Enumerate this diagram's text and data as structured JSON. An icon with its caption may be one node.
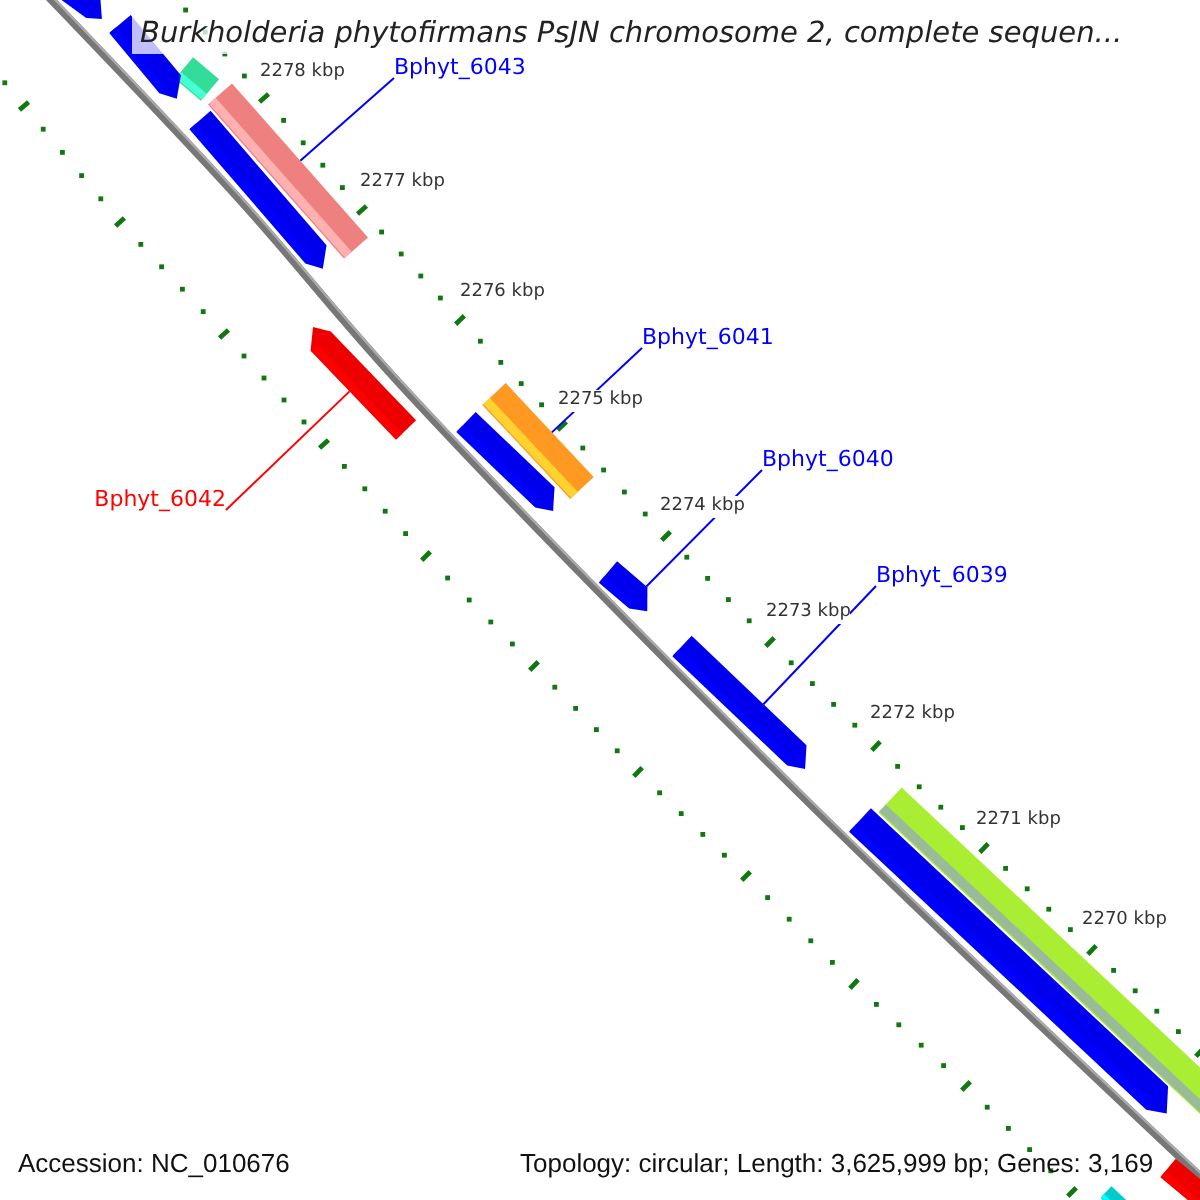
{
  "diagram": {
    "title": "Burkholderia phytofirmans PsJN chromosome 2, complete sequen...",
    "nodes": [
      {
        "text": [
          "Bphyt_6043"
        ]
      },
      {
        "text": [
          "Bphyt_6041"
        ]
      },
      {
        "text": [
          "Bphyt_6040"
        ]
      },
      {
        "text": [
          "Bphyt_6042"
        ]
      },
      {
        "text": [
          "Bphyt_6039"
        ]
      },
      {
        "text": [],
        "shape": "bar"
      },
      {
        "text": [],
        "shape": "bar"
      },
      {
        "text": [],
        "shape": "bar"
      },
      {
        "text": [],
        "shape": "bar"
      },
      {
        "text": [],
        "shape": "bar"
      },
      {
        "text": [],
        "shape": "bar"
      },
      {
        "text": [],
        "shape": "bar"
      },
      {
        "text": [],
        "shape": "bar"
      },
      {
        "text": [],
        "shape": "bar"
      },
      {
        "text": [],
        "shape": "bar"
      },
      {
        "text": [],
        "shape": "bar"
      },
      {
        "text": [],
        "shape": "bar"
      },
      {
        "text": [],
        "shape": "bar"
      },
      {
        "text": [],
        "shape": "bar"
      }
    ],
    "edges": [
      {
        "from": 0,
        "to": 8,
        "arrow": "none"
      },
      {
        "from": 1,
        "to": 11,
        "arrow": "none"
      },
      {
        "from": 2,
        "to": 13,
        "arrow": "none"
      },
      {
        "from": 3,
        "to": 10,
        "arrow": "none",
        "color": "#ff0000"
      },
      {
        "from": 4,
        "to": 14,
        "arrow": "none"
      }
    ],
    "labels": [
      "2278 kbp",
      "2277 kbp",
      "2276 kbp",
      "2275 kbp",
      "2274 kbp",
      "2273 kbp",
      "2272 kbp",
      "2271 kbp",
      "2270 kbp",
      "Accession: NC_010676",
      "Topology: circular; Length: 3,625,999 bp; Genes: 3,169"
    ]
  }
}
